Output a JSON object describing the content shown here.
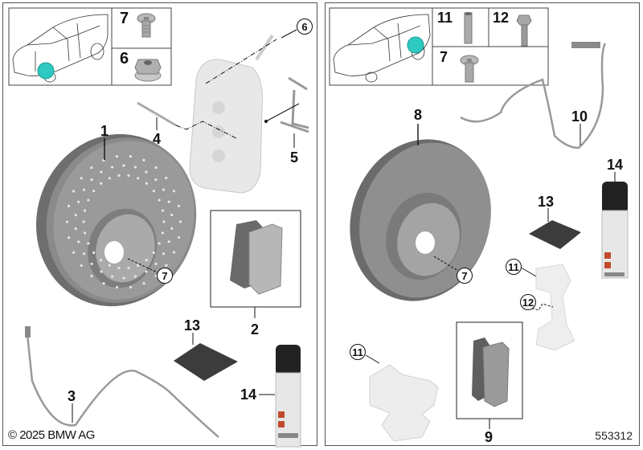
{
  "diagram": {
    "diagram_id": "553312",
    "copyright": "© 2025 BMW AG",
    "highlight_color": "#2ec9c0",
    "panels": [
      {
        "name": "front-brake-panel",
        "inset_labels": {
          "top_right": "7",
          "bottom_right": "6"
        },
        "callouts": [
          {
            "id": "1",
            "label": "1",
            "style": "plain"
          },
          {
            "id": "2",
            "label": "2",
            "style": "plain"
          },
          {
            "id": "3",
            "label": "3",
            "style": "plain"
          },
          {
            "id": "4",
            "label": "4",
            "style": "plain"
          },
          {
            "id": "5",
            "label": "5",
            "style": "plain"
          },
          {
            "id": "6",
            "label": "6",
            "style": "circled"
          },
          {
            "id": "7",
            "label": "7",
            "style": "circled"
          },
          {
            "id": "13",
            "label": "13",
            "style": "plain"
          },
          {
            "id": "14",
            "label": "14",
            "style": "plain"
          }
        ]
      },
      {
        "name": "rear-brake-panel",
        "inset_labels": {
          "top_mid": "11",
          "top_right": "12",
          "bottom_mid": "7"
        },
        "callouts": [
          {
            "id": "7",
            "label": "7",
            "style": "circled"
          },
          {
            "id": "8",
            "label": "8",
            "style": "plain"
          },
          {
            "id": "9",
            "label": "9",
            "style": "plain"
          },
          {
            "id": "10",
            "label": "10",
            "style": "plain"
          },
          {
            "id": "11a",
            "label": "11",
            "style": "circled"
          },
          {
            "id": "11b",
            "label": "11",
            "style": "circled"
          },
          {
            "id": "12",
            "label": "12",
            "style": "circled"
          },
          {
            "id": "13",
            "label": "13",
            "style": "plain"
          },
          {
            "id": "14",
            "label": "14",
            "style": "plain"
          }
        ]
      }
    ],
    "parts": [
      {
        "name": "brake-disc-front-drilled",
        "callout": "1"
      },
      {
        "name": "brake-pad-set-front",
        "callout": "2"
      },
      {
        "name": "brake-wear-sensor-front",
        "callout": "3"
      },
      {
        "name": "caliper-pin",
        "callout": "4"
      },
      {
        "name": "pad-retaining-spring",
        "callout": "5"
      },
      {
        "name": "hex-flange-nut",
        "callout": "6"
      },
      {
        "name": "disc-screw",
        "callout": "7"
      },
      {
        "name": "brake-disc-rear",
        "callout": "8"
      },
      {
        "name": "brake-pad-set-rear",
        "callout": "9"
      },
      {
        "name": "brake-wear-sensor-rear",
        "callout": "10"
      },
      {
        "name": "guide-bolt",
        "callout": "11"
      },
      {
        "name": "hex-bolt",
        "callout": "12"
      },
      {
        "name": "grease-packet",
        "callout": "13"
      },
      {
        "name": "brake-cleaner-spray",
        "callout": "14"
      }
    ]
  }
}
